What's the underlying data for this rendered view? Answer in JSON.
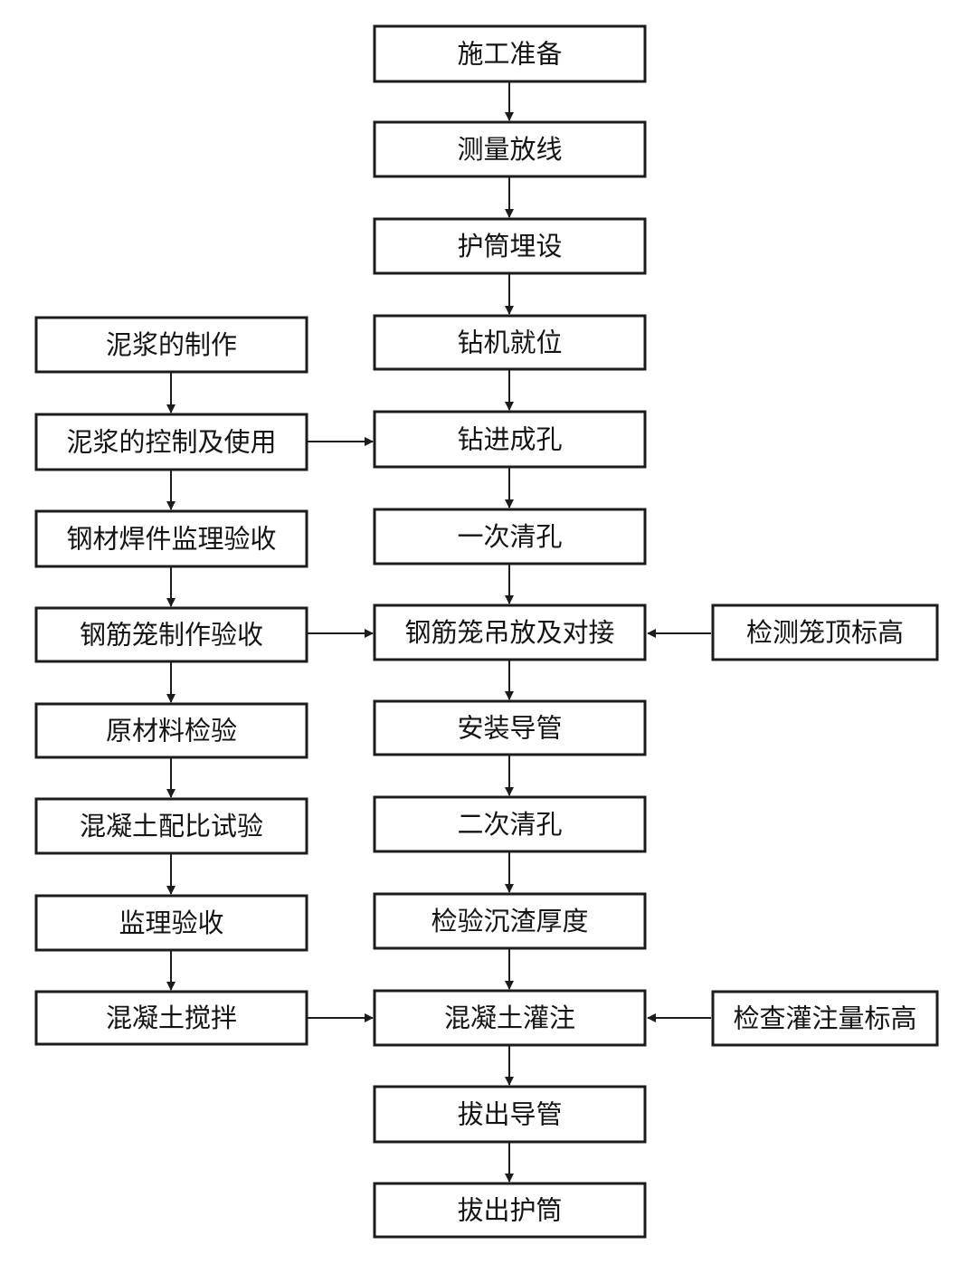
{
  "diagram": {
    "main_steps": [
      "施工准备",
      "测量放线",
      "护筒埋设",
      "钻机就位",
      "钻进成孔",
      "一次清孔",
      "钢筋笼吊放及对接",
      "安装导管",
      "二次清孔",
      "检验沉渣厚度",
      "混凝土灌注",
      "拔出导管",
      "拔出护筒"
    ],
    "side_steps": [
      "泥浆的制作",
      "泥浆的控制及使用",
      "钢材焊件监理验收",
      "钢筋笼制作验收",
      "原材料检验",
      "混凝土配比试验",
      "监理验收",
      "混凝土搅拌"
    ],
    "checks": [
      "检测笼顶标高",
      "检查灌注量标高"
    ]
  }
}
